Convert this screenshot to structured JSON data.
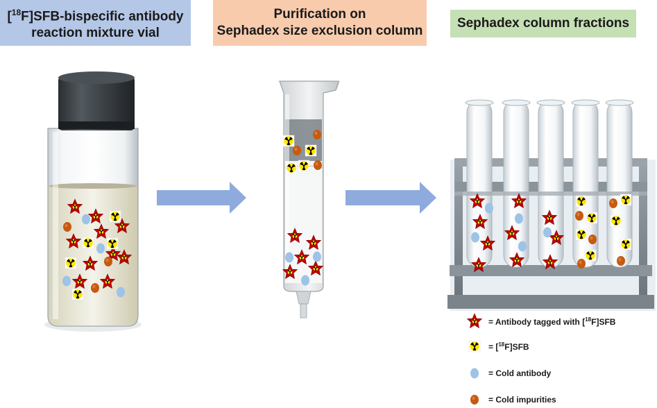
{
  "labels": {
    "vial_title_parts": [
      "[",
      "18",
      "F]SFB-bispecific antibody"
    ],
    "vial_title_line2": "reaction mixture vial",
    "column_title_line1": "Purification on",
    "column_title_line2": "Sephadex size exclusion column",
    "fractions_title": "Sephadex column fractions"
  },
  "legend": {
    "antibody_tagged": [
      "= Antibody tagged with [",
      "18",
      "F]SFB"
    ],
    "sfb": [
      "= [",
      "18",
      "F]SFB"
    ],
    "cold_antibody": "= Cold antibody",
    "cold_impurities": "= Cold impurities"
  },
  "colors": {
    "vial_box": "#b4c7e7",
    "column_box": "#f8cbad",
    "fractions_box": "#c5e0b4",
    "arrow": "#8faadc",
    "star": "#c00000",
    "cold_antibody": "#9dc3e6",
    "cold_impurity": "#c55a11",
    "radiation_yellow": "#ffe600"
  }
}
